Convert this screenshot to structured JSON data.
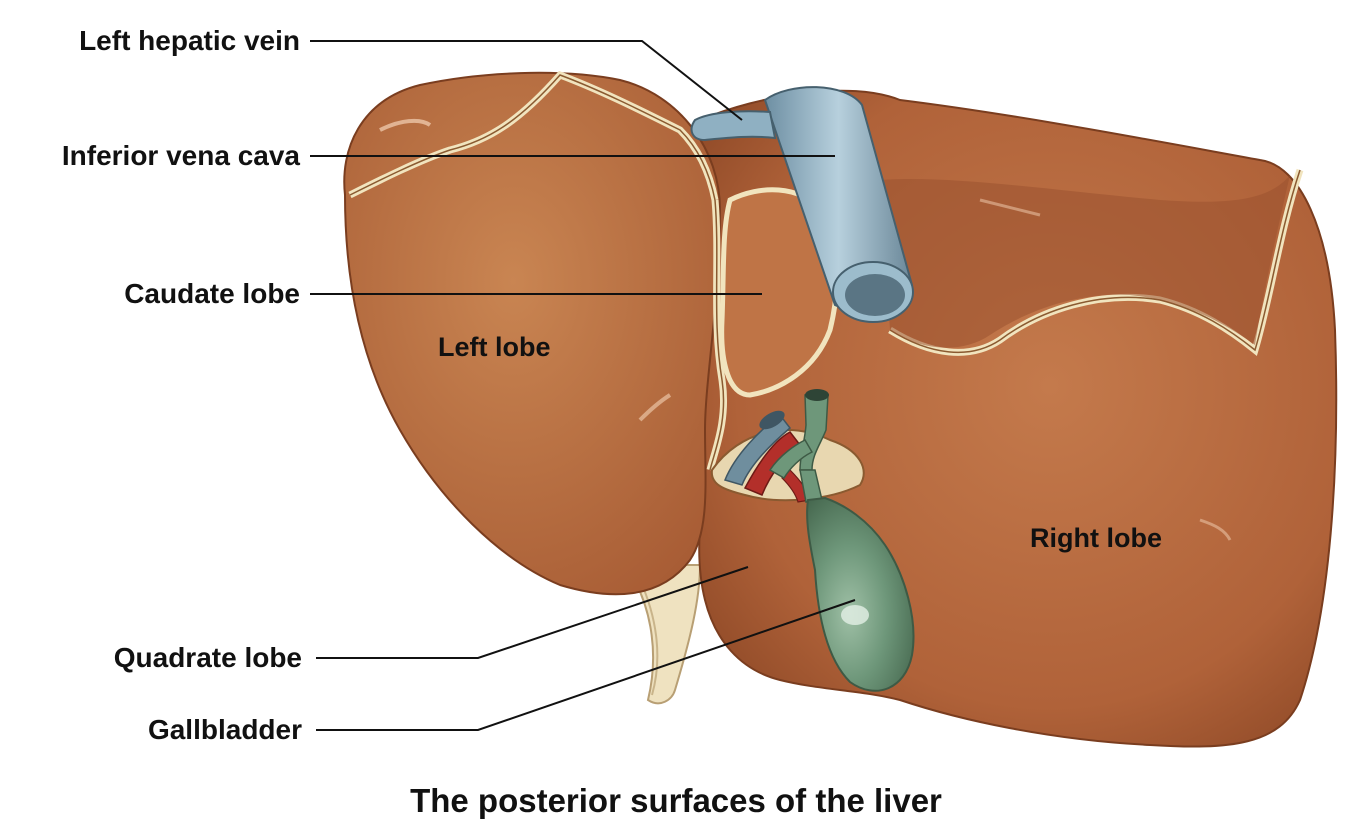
{
  "labels": {
    "left_hepatic_vein": "Left hepatic vein",
    "inferior_vena_cava": "Inferior vena cava",
    "caudate_lobe": "Caudate lobe",
    "left_lobe": "Left lobe",
    "right_lobe": "Right lobe",
    "quadrate_lobe": "Quadrate lobe",
    "gallbladder": "Gallbladder"
  },
  "caption": "The posterior surfaces of the liver",
  "colors": {
    "liver": "#b8693f",
    "liver_dark": "#8a4a2a",
    "ligament": "#efe2b8",
    "vein_blue": "#8fb0c2",
    "gallbladder_green": "#5f8a6a",
    "artery_red": "#b32f2a",
    "leader_line": "#111111"
  }
}
